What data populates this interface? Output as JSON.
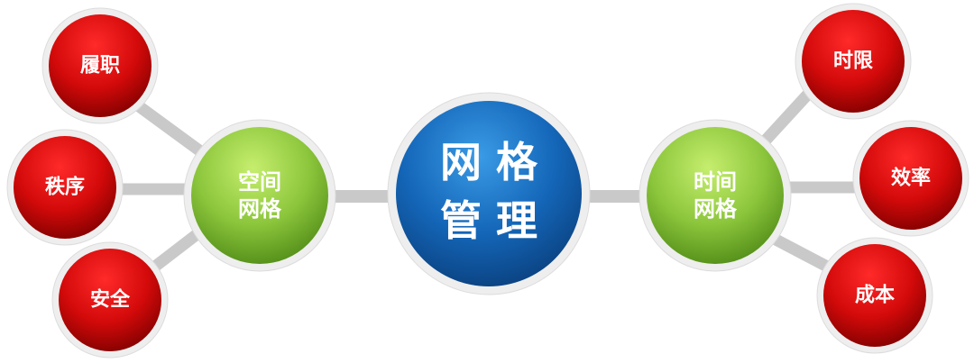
{
  "colors": {
    "center_light": "#2f8fdc",
    "center_dark": "#0b4a8c",
    "green_light": "#b4e35e",
    "green_dark": "#5e9a1c",
    "red_light": "#ee1515",
    "red_dark": "#8e0000",
    "connector": "#c8c8c8",
    "ring": "#ececec",
    "text": "#ffffff"
  },
  "center": {
    "line1": "网 格",
    "line2": "管 理"
  },
  "spatial": {
    "line1": "空间",
    "line2": "网格",
    "children": [
      "履职",
      "秩序",
      "安全"
    ]
  },
  "temporal": {
    "line1": "时间",
    "line2": "网格",
    "children": [
      "时限",
      "效率",
      "成本"
    ]
  }
}
